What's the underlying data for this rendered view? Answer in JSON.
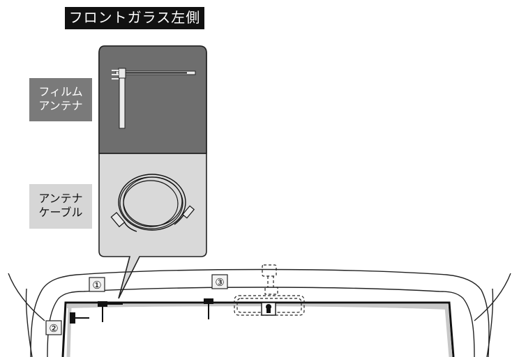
{
  "title": "フロントガラス左側",
  "labels": {
    "film_antenna": [
      "フィルム",
      "アンテナ"
    ],
    "antenna_cable": [
      "アンテナ",
      "ケーブル"
    ]
  },
  "markers": {
    "m1": "①",
    "m2": "②",
    "m3": "③"
  },
  "colors": {
    "title_bg": "#111111",
    "film_panel": "#6e6e6e",
    "cable_panel": "#d9d9d9",
    "glass_strip": "#c8c8c8"
  }
}
